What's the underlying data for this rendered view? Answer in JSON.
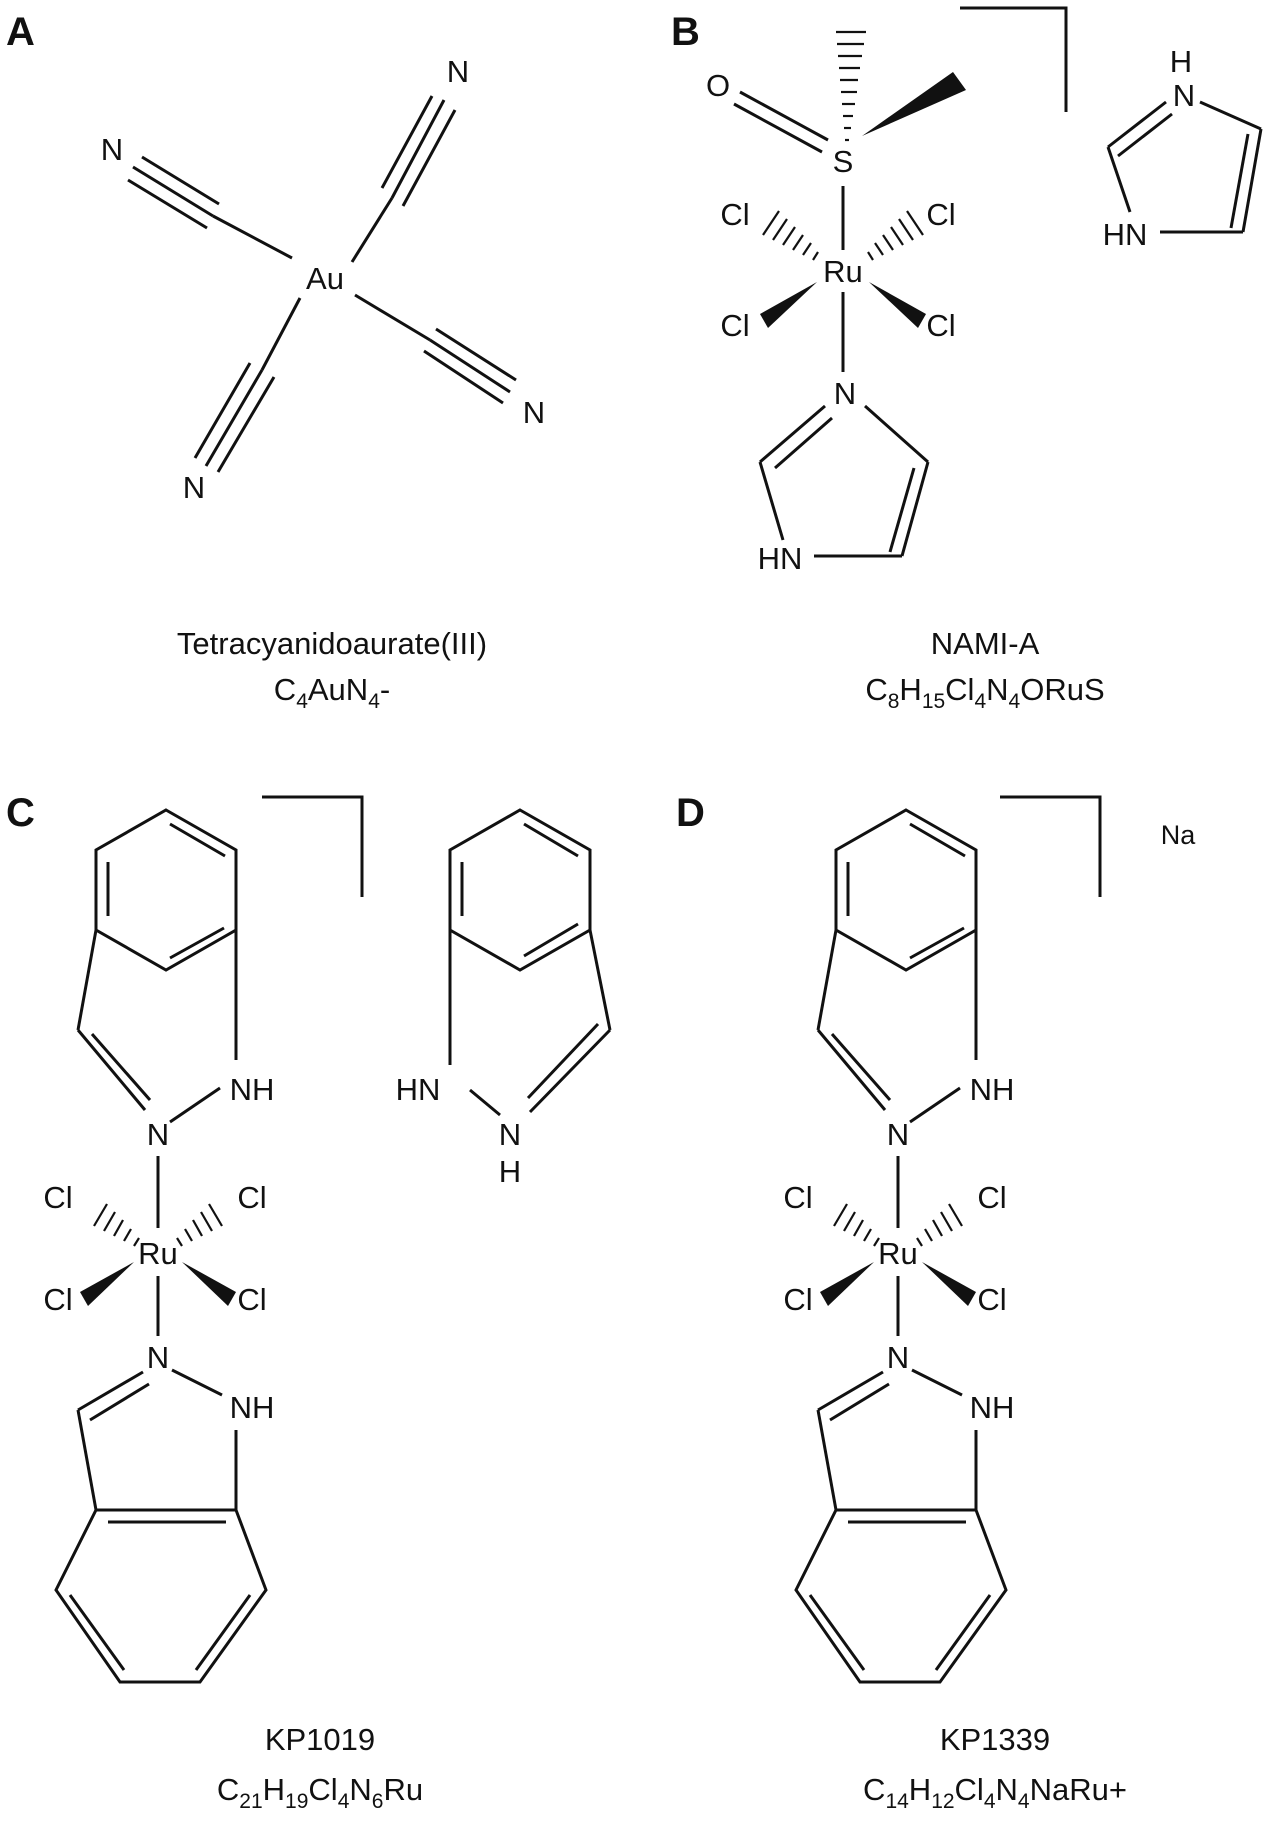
{
  "panels": [
    {
      "letter": "A",
      "name": "Tetracyanidoaurate(III)",
      "formula_parts": [
        [
          "C",
          ""
        ],
        [
          "4",
          "sub"
        ],
        [
          "AuN",
          ""
        ],
        [
          "4",
          "sub"
        ],
        [
          "-",
          ""
        ]
      ]
    },
    {
      "letter": "B",
      "name": "NAMI-A",
      "formula_parts": [
        [
          "C",
          ""
        ],
        [
          "8",
          "sub"
        ],
        [
          "H",
          ""
        ],
        [
          "15",
          "sub"
        ],
        [
          "Cl",
          ""
        ],
        [
          "4",
          "sub"
        ],
        [
          "N",
          ""
        ],
        [
          "4",
          "sub"
        ],
        [
          "ORuS",
          ""
        ]
      ]
    },
    {
      "letter": "C",
      "name": "KP1019",
      "formula_parts": [
        [
          "C",
          ""
        ],
        [
          "21",
          "sub"
        ],
        [
          "H",
          ""
        ],
        [
          "19",
          "sub"
        ],
        [
          "Cl",
          ""
        ],
        [
          "4",
          "sub"
        ],
        [
          "N",
          ""
        ],
        [
          "6",
          "sub"
        ],
        [
          "Ru",
          ""
        ]
      ]
    },
    {
      "letter": "D",
      "name": "KP1339",
      "formula_parts": [
        [
          "C",
          ""
        ],
        [
          "14",
          "sub"
        ],
        [
          "H",
          ""
        ],
        [
          "12",
          "sub"
        ],
        [
          "Cl",
          ""
        ],
        [
          "4",
          "sub"
        ],
        [
          "N",
          ""
        ],
        [
          "4",
          "sub"
        ],
        [
          "NaRu+",
          ""
        ]
      ]
    }
  ],
  "atoms": {
    "au": "Au",
    "n": "N",
    "ru": "Ru",
    "cl": "Cl",
    "s": "S",
    "o": "O",
    "nh": "NH",
    "hn": "HN",
    "h": "H",
    "na": "Na"
  }
}
